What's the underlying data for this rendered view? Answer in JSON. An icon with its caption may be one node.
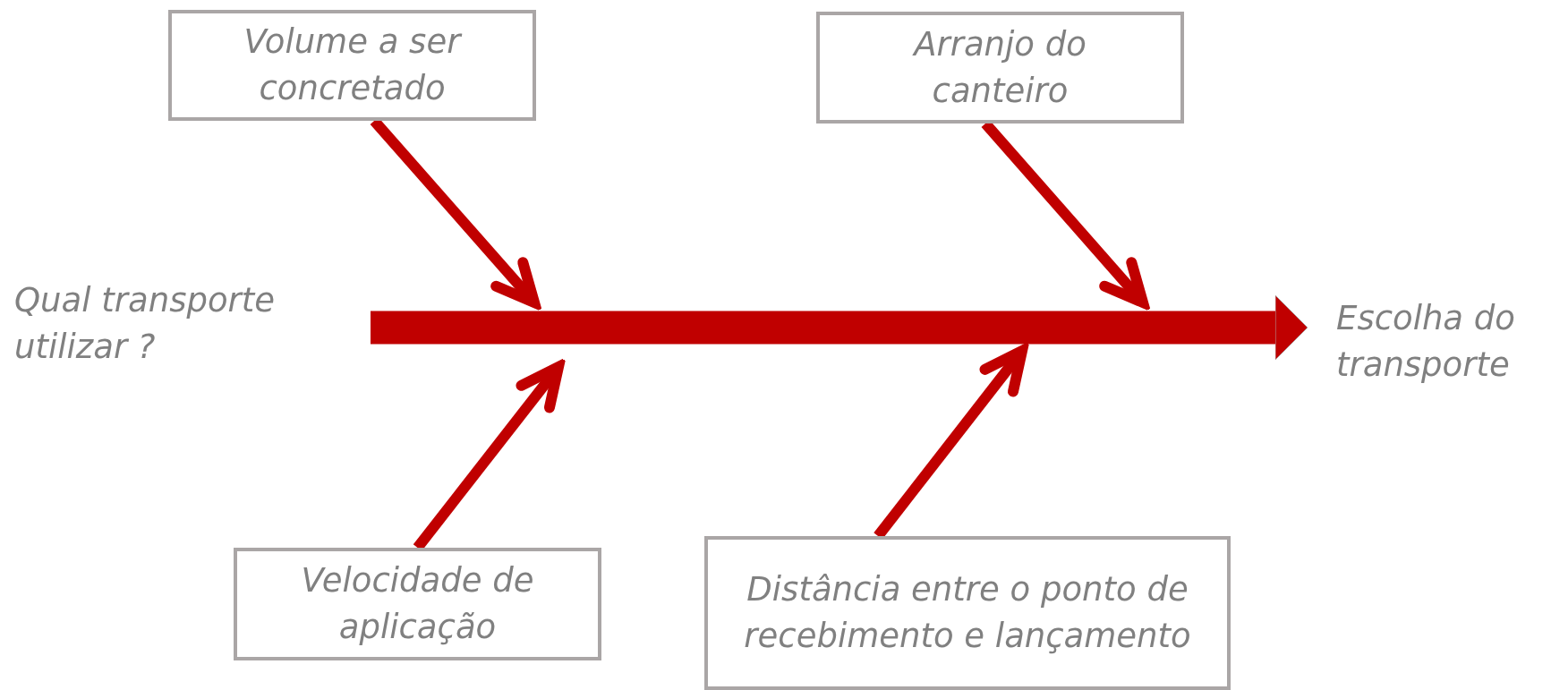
{
  "diagram": {
    "nodes": [
      {
        "text": [
          "Qual transporte utilizar ?"
        ]
      },
      {
        "text": [
          "Escolha do transporte"
        ]
      },
      {
        "text": [
          "Volume a ser concretado"
        ]
      },
      {
        "text": [
          "Arranjo do canteiro"
        ]
      },
      {
        "text": [
          "Velocidade de aplicação"
        ]
      },
      {
        "text": [
          "Distância entre o ponto de recebimento e lançamento"
        ]
      }
    ],
    "edges": [
      {
        "from": 0,
        "to": 1,
        "arrow": "to",
        "style": "thick"
      },
      {
        "from": 2,
        "to": null,
        "arrow": "to"
      },
      {
        "from": 3,
        "to": null,
        "arrow": "to"
      },
      {
        "from": 4,
        "to": null,
        "arrow": "to"
      },
      {
        "from": 5,
        "to": null,
        "arrow": "to"
      }
    ]
  }
}
